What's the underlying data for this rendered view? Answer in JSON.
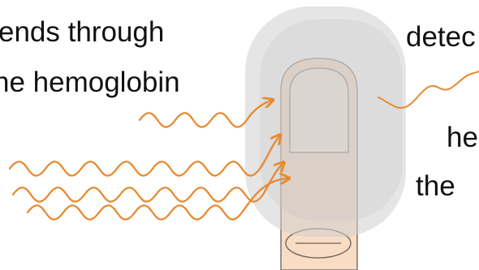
{
  "texts": {
    "left_line1": "ends through",
    "left_line2": "he hemoglobin",
    "right_top": "detec",
    "right_mid": "he",
    "right_bottom": "the"
  },
  "colors": {
    "light_wave": "#e8892e",
    "sensor_fill": "#d4d4d4",
    "finger_fill": "#f8dcc4",
    "outline": "#6b5f57",
    "text": "#111111"
  }
}
